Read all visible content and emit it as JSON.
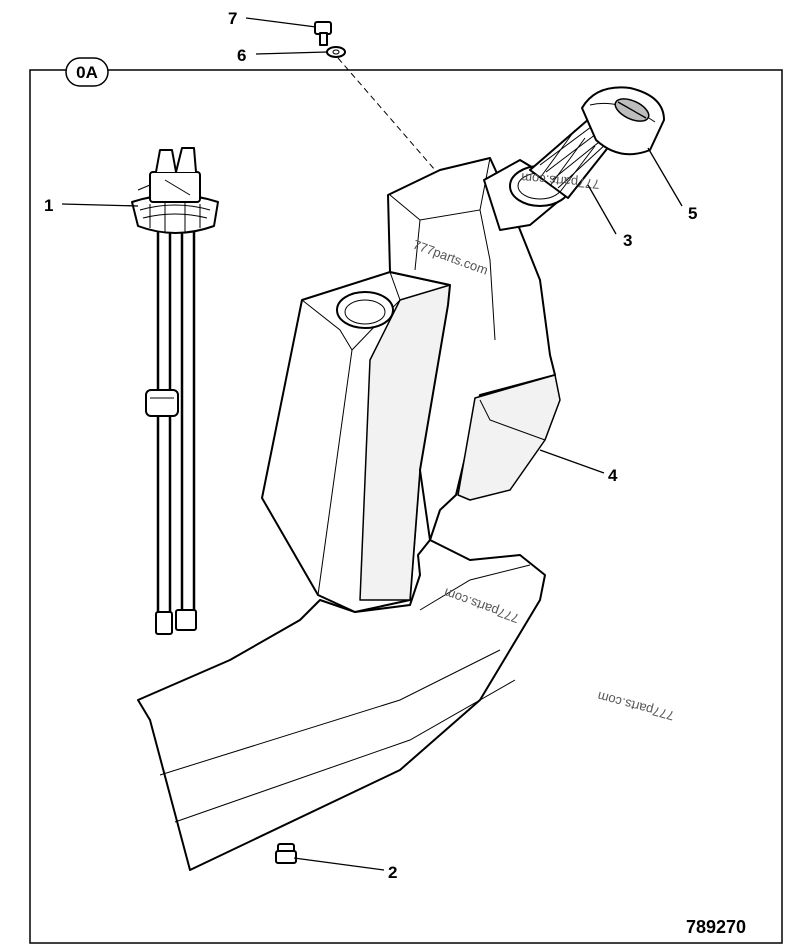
{
  "badge": "0A",
  "drawing_number": "789270",
  "watermarks": [
    "777parts.com",
    "777parts.com",
    "777parts.com",
    "777parts.com"
  ],
  "callouts": {
    "c1": "1",
    "c2": "2",
    "c3": "3",
    "c4": "4",
    "c5": "5",
    "c6": "6",
    "c7": "7"
  }
}
